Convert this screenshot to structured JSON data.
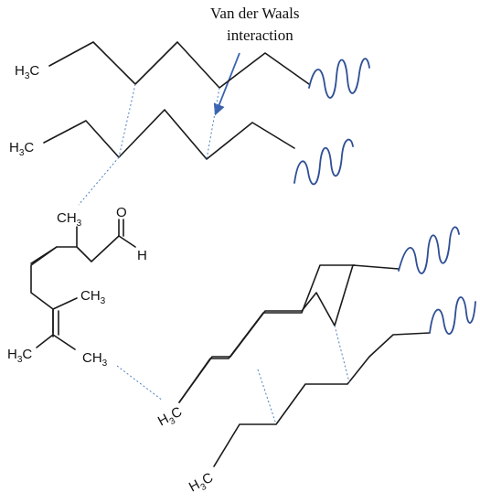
{
  "annotation": {
    "line1": "Van der Waals",
    "line2": "interaction"
  },
  "labels": {
    "ch3_upper_chain": "H3C",
    "ch3_second_chain": "H3C",
    "ch3_branch": "CH3",
    "oxygen": "O",
    "aldehyde_h": "H",
    "ch3_alkene_right": "CH3",
    "ch3_alkene_left": "H3C",
    "ch3_alkene_bottom": "CH3",
    "ch3_lower_chain_a": "H3C",
    "ch3_lower_chain_b": "H3C"
  },
  "colors": {
    "bond": "#1a1a1a",
    "vdw_line": "#4f7fc2",
    "wavy": "#2f4f95",
    "arrow": "#3b64b0"
  }
}
